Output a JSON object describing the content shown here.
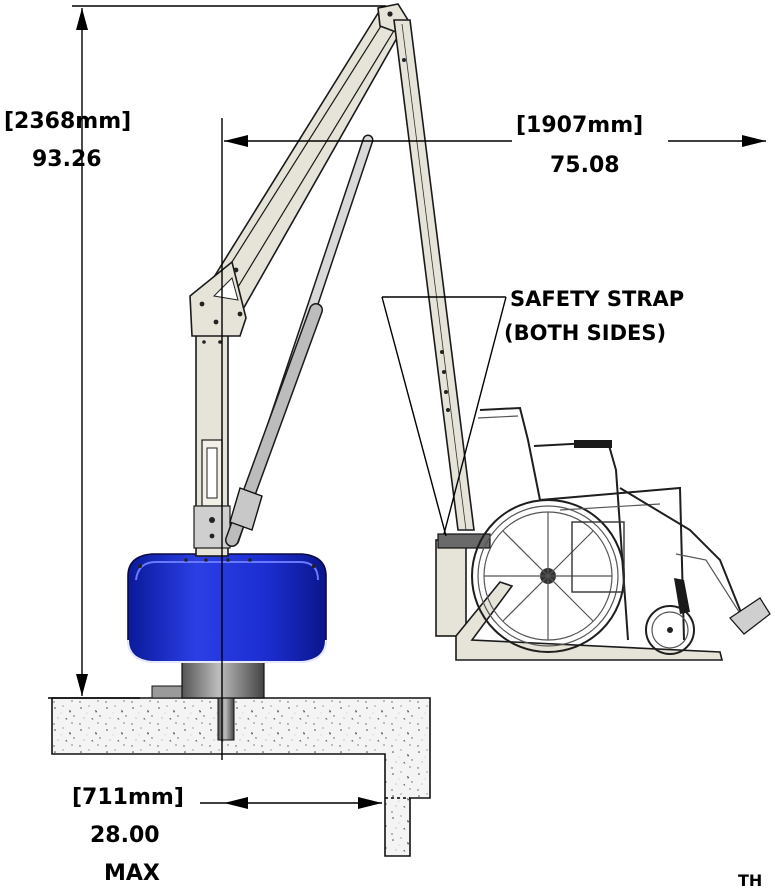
{
  "dimensions": {
    "height": {
      "metric": "[2368mm]",
      "imperial": "93.26"
    },
    "reach": {
      "metric": "[1907mm]",
      "imperial": "75.08"
    },
    "setback": {
      "metric": "[711mm]",
      "imperial": "28.00",
      "qualifier": "MAX"
    }
  },
  "callout": {
    "line1": "SAFETY STRAP",
    "line2": "(BOTH SIDES)"
  },
  "footer_text": "TH",
  "colors": {
    "base_housing": "#1f2fd0",
    "frame": "#e6e4d8",
    "concrete": "#f3f3f3",
    "lines": "#000000"
  }
}
